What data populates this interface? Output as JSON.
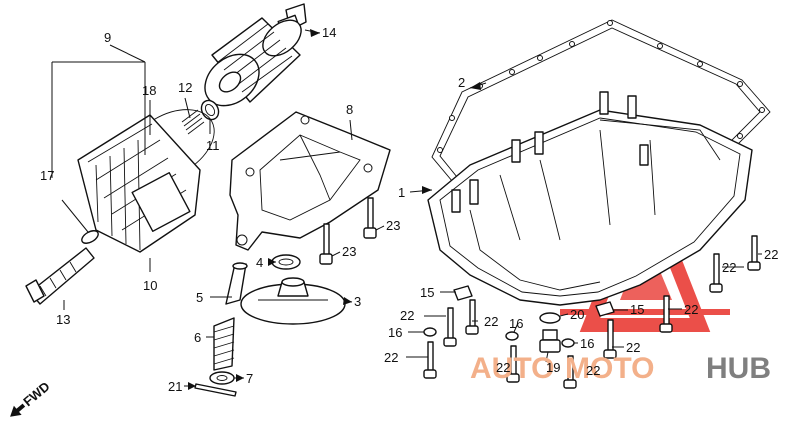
{
  "labels": {
    "p1": "1",
    "p2": "2",
    "p3": "3",
    "p4": "4",
    "p5": "5",
    "p6": "6",
    "p7": "7",
    "p8": "8",
    "p9": "9",
    "p10": "10",
    "p11": "11",
    "p12": "12",
    "p13": "13",
    "p14": "14",
    "p15a": "15",
    "p15b": "15",
    "p16a": "16",
    "p16b": "16",
    "p16c": "16",
    "p17": "17",
    "p18": "18",
    "p19": "19",
    "p20": "20",
    "p21": "21",
    "p22a": "22",
    "p22b": "22",
    "p22c": "22",
    "p22d": "22",
    "p22e": "22",
    "p22f": "22",
    "p22g": "22",
    "p22h": "22",
    "p23a": "23",
    "p23b": "23"
  },
  "fwd_marker": "FWD",
  "watermark": {
    "text_a": "AUTO",
    "text_b": "MOTO",
    "text_c": "HUB",
    "color_a": "#f3b08a",
    "color_b": "#8e8e8e",
    "logo_color": "#e8312a"
  }
}
